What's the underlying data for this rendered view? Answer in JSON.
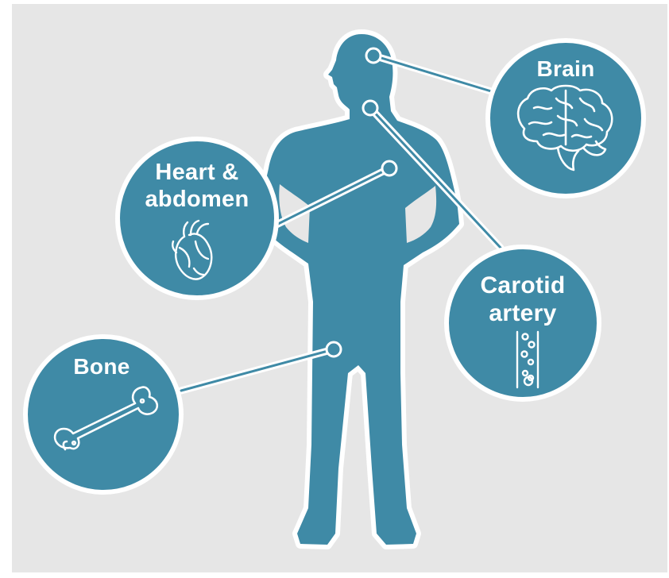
{
  "colors": {
    "background": "#e6e6e6",
    "figure": "#3f8aa6",
    "outline": "#ffffff",
    "label_text": "#ffffff"
  },
  "callouts": {
    "brain": {
      "label": "Brain",
      "icon": "brain-icon"
    },
    "heart": {
      "label_line1": "Heart &",
      "label_line2": "abdomen",
      "icon": "heart-icon"
    },
    "carotid": {
      "label_line1": "Carotid",
      "label_line2": "artery",
      "icon": "artery-icon"
    },
    "bone": {
      "label": "Bone",
      "icon": "bone-icon"
    }
  }
}
